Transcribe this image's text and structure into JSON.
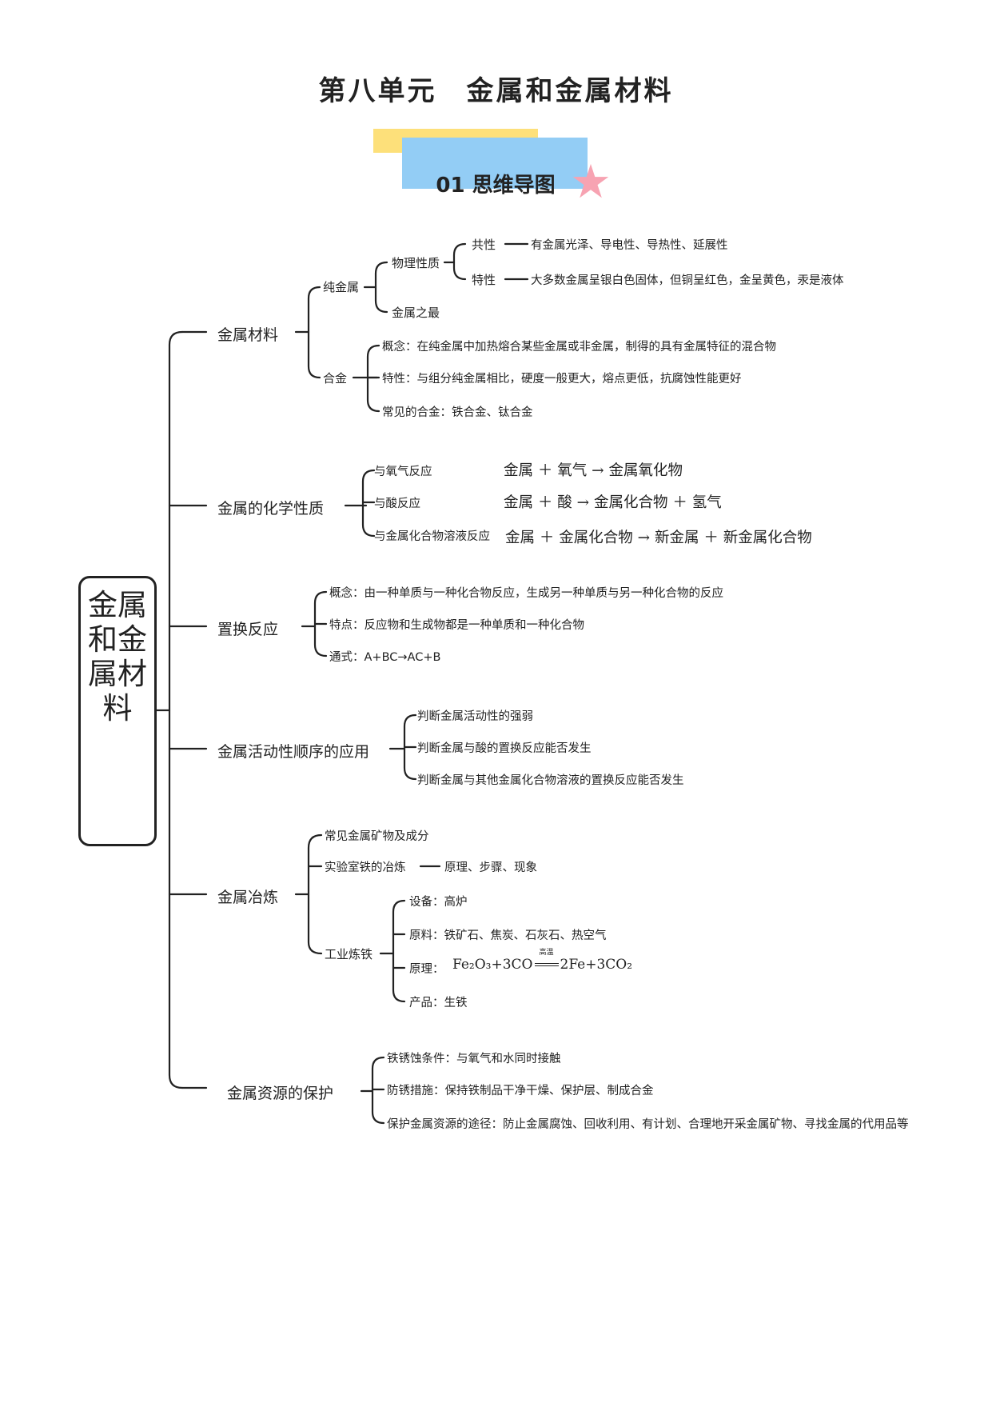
{
  "header": {
    "title": "第八单元　金属和金属材料",
    "section_title": "01  思维导图"
  },
  "root": {
    "label": "金属和金属材料"
  },
  "branches": {
    "materials": {
      "label": "金属材料",
      "pure": {
        "label": "纯金属",
        "physical": {
          "label": "物理性质",
          "common_label": "共性",
          "common_text": "有金属光泽、导电性、导热性、延展性",
          "special_label": "特性",
          "special_text": "大多数金属呈银白色固体，但铜呈红色，金呈黄色，汞是液体"
        },
        "most": "金属之最"
      },
      "alloy": {
        "label": "合金",
        "concept": "概念：在纯金属中加热熔合某些金属或非金属，制得的具有金属特征的混合物",
        "property": "特性：与组分纯金属相比，硬度一般更大，熔点更低，抗腐蚀性能更好",
        "common": "常见的合金：铁合金、钛合金"
      }
    },
    "chemical": {
      "label": "金属的化学性质",
      "items": [
        {
          "label": "与氧气反应",
          "equation": "金属 ＋ 氧气 → 金属氧化物"
        },
        {
          "label": "与酸反应",
          "equation": "金属 ＋ 酸 → 金属化合物 ＋ 氢气"
        },
        {
          "label": "与金属化合物溶液反应",
          "equation": "金属 ＋ 金属化合物 → 新金属 ＋ 新金属化合物"
        }
      ]
    },
    "replacement": {
      "label": "置换反应",
      "concept": "概念：由一种单质与一种化合物反应，生成另一种单质与另一种化合物的反应",
      "feature": "特点：反应物和生成物都是一种单质和一种化合物",
      "formula": "通式：A+BC→AC+B"
    },
    "activity": {
      "label": "金属活动性顺序的应用",
      "items": [
        "判断金属活动性的强弱",
        "判断金属与酸的置换反应能否发生",
        "判断金属与其他金属化合物溶液的置换反应能否发生"
      ]
    },
    "smelting": {
      "label": "金属冶炼",
      "minerals": "常见金属矿物及成分",
      "lab_label": "实验室铁的冶炼",
      "lab_text": "原理、步骤、现象",
      "industrial": {
        "label": "工业炼铁",
        "equipment": "设备：高炉",
        "materials": "原料：铁矿石、焦炭、石灰石、热空气",
        "principle_label": "原理：",
        "principle_left": "Fe₂O₃+3CO",
        "principle_condition": "高温",
        "principle_right": "2Fe+3CO₂",
        "product": "产品：生铁"
      }
    },
    "protection": {
      "label": "金属资源的保护",
      "rust_condition": "铁锈蚀条件：与氧气和水同时接触",
      "rust_prevention": "防锈措施：保持铁制品干净干燥、保护层、制成合金",
      "ways": "保护金属资源的途径：防止金属腐蚀、回收利用、有计划、合理地开采金属矿物、寻找金属的代用品等"
    }
  }
}
